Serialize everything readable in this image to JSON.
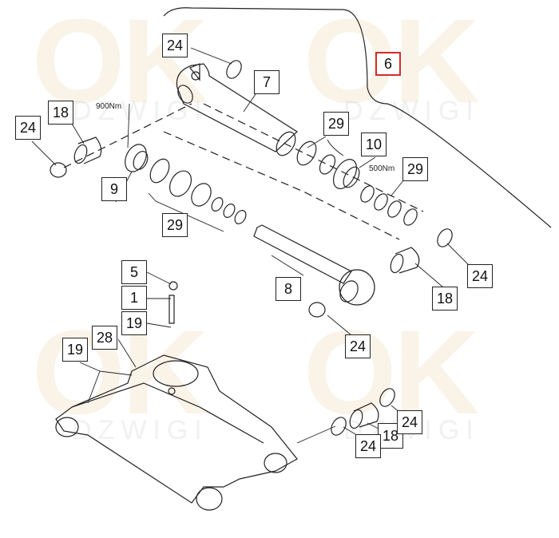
{
  "watermark": {
    "logo": "OK",
    "sub": "DZWIGI"
  },
  "callouts": {
    "c24_top": "24",
    "c7": "7",
    "c6": "6",
    "c18_left": "18",
    "c24_left": "24",
    "c29_mid": "29",
    "c10": "10",
    "c29_right": "29",
    "c9": "9",
    "c29_lower": "29",
    "c5": "5",
    "c1": "1",
    "c19_a": "19",
    "c28": "28",
    "c19_b": "19",
    "c8": "8",
    "c24_right": "24",
    "c18_right": "18",
    "c24_mid": "24",
    "c24_br1": "24",
    "c18_br": "18",
    "c24_br2": "24"
  },
  "torque": {
    "piston": "900Nm",
    "gland": "500Nm"
  },
  "colors": {
    "highlight": "#d42b2b",
    "line": "#222222"
  }
}
